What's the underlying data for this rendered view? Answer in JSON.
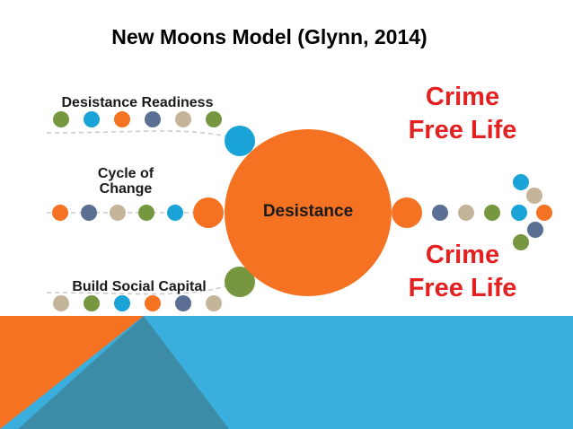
{
  "title": "New Moons Model (Glynn, 2014)",
  "center_label": "Desistance",
  "labels": {
    "readiness": "Desistance Readiness",
    "cycle_line1": "Cycle of",
    "cycle_line2": "Change",
    "capital": "Build Social Capital"
  },
  "outcomes": {
    "top": {
      "line1": "Crime",
      "line2": "Free Life"
    },
    "bottom": {
      "line1": "Crime",
      "line2": "Free Life"
    }
  },
  "colors": {
    "orange": "#f47221",
    "blue": "#1aa3d7",
    "green": "#76973f",
    "slate": "#5b6f93",
    "tan": "#c3b49a",
    "crime_red": "#e42021",
    "band_blue": "#3aafde",
    "band_teal": "#3c8ca8"
  }
}
